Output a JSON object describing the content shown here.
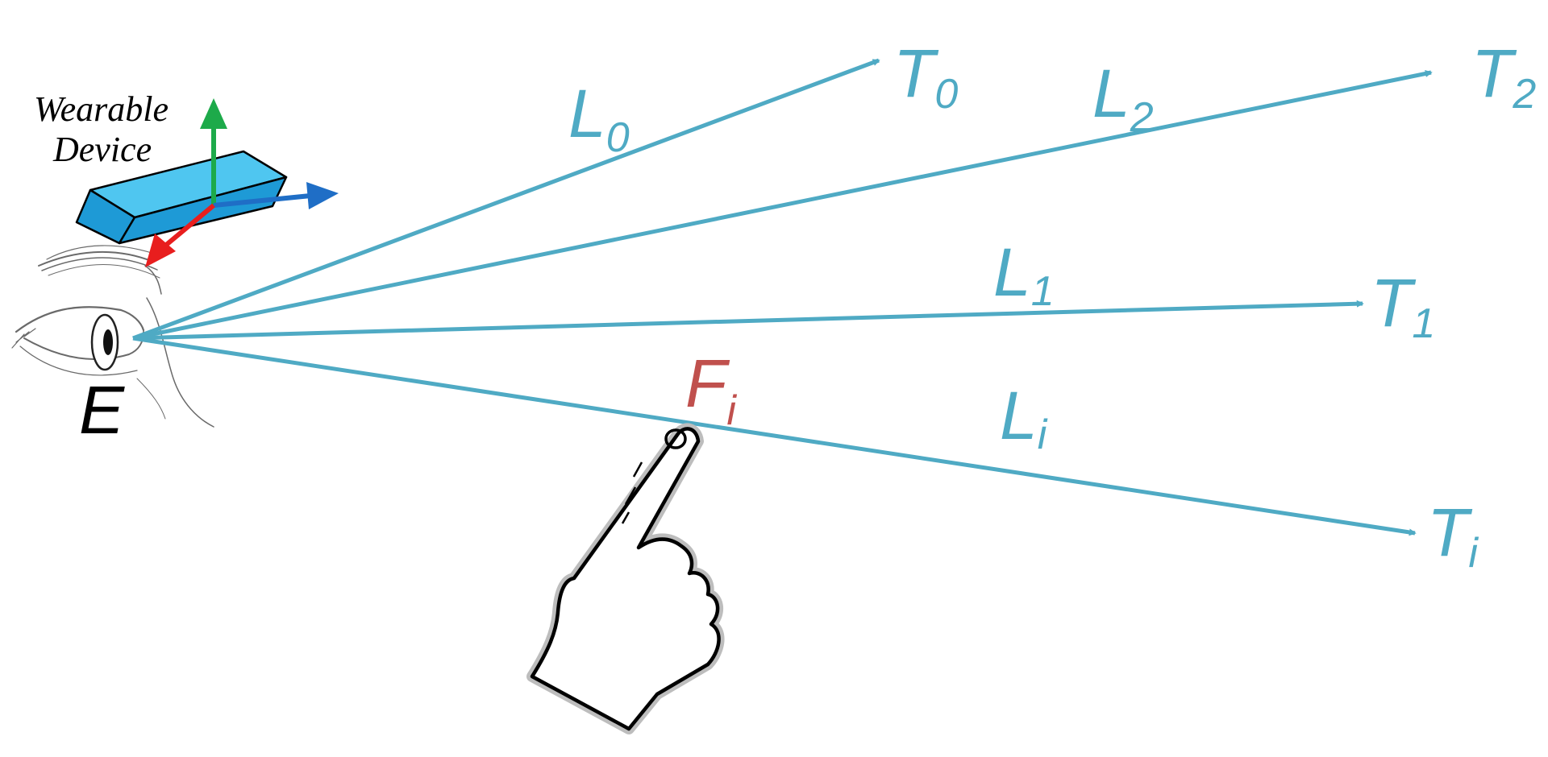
{
  "colors": {
    "ray": "#4FAAC4",
    "finger_label": "#C0504D",
    "device_top": "#4FC6F0",
    "device_side": "#1E9AD6",
    "axis_up": "#1DAA4A",
    "axis_right": "#1F6EC6",
    "axis_down": "#E81E1E",
    "ink": "#000000"
  },
  "device": {
    "line1": "Wearable",
    "line2": "Device",
    "icon": "wearable-device-box"
  },
  "eye": {
    "label": "E",
    "icon": "eye-sketch"
  },
  "finger": {
    "label_main": "F",
    "label_sub": "i",
    "icon": "pointing-hand"
  },
  "rays": [
    {
      "id": "l0",
      "label_main": "L",
      "label_sub": "0",
      "target_main": "T",
      "target_sub": "0"
    },
    {
      "id": "l2",
      "label_main": "L",
      "label_sub": "2",
      "target_main": "T",
      "target_sub": "2"
    },
    {
      "id": "l1",
      "label_main": "L",
      "label_sub": "1",
      "target_main": "T",
      "target_sub": "1"
    },
    {
      "id": "li",
      "label_main": "L",
      "label_sub": "i",
      "target_main": "T",
      "target_sub": "i"
    }
  ]
}
